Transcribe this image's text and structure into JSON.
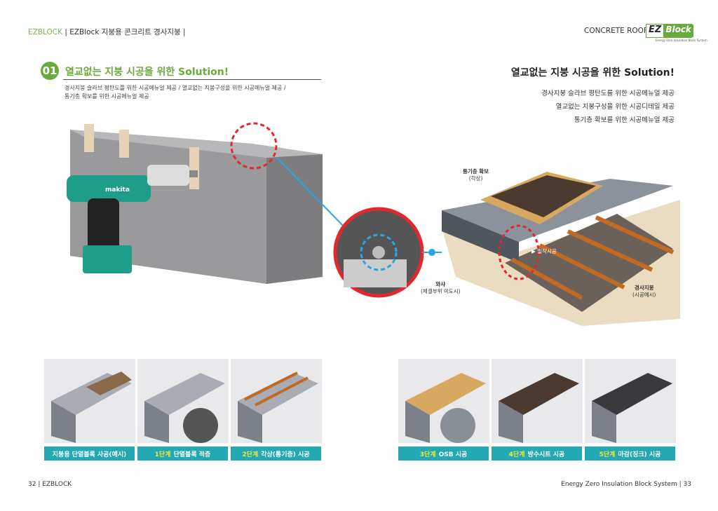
{
  "header": {
    "brand": "EZBLOCK",
    "section": "| EZBlock 지붕용 콘크리트 경사지붕 |",
    "right_label": "CONCRETE ROOF",
    "logo_ez": "EZ",
    "logo_block": "Block",
    "logo_sub": "Energy Zero Insulation Block System"
  },
  "left": {
    "number": "01",
    "title": "열교없는 지붕 시공을 위한 Solution!",
    "desc_line1": "경사지붕 슬라브 평탄도를 위한 시공메뉴얼 제공 / 열교없는 지붕구성을 위한 시공메뉴얼 제공 /",
    "desc_line2": "통기층 확보를 위한 시공메뉴얼 제공",
    "drill_brand": "makita"
  },
  "right": {
    "title": "열교없는 지붕 시공을 위한 Solution!",
    "desc": [
      "경사지붕 슬라브 평탄도를 위한 시공메뉴얼 제공",
      "열교없는 지붕구성을 위한 시공디테일 제공",
      "통기층 확보를 위한 시공메뉴얼 제공"
    ]
  },
  "diagram_labels": {
    "vent_title": "통기층 확보",
    "vent_sub": "(각상)",
    "tight": "▶ 밀착시공",
    "washer_title": "와샤",
    "washer_sub": "(체결부위 미도시)",
    "roof_title": "경사지붕",
    "roof_sub": "(시공예시)"
  },
  "steps": [
    {
      "step": "",
      "label": "지붕용 단열블록 사공(예시)"
    },
    {
      "step": "1단계",
      "label": "단열블록 적층"
    },
    {
      "step": "2단계",
      "label": "각상(통기층) 시공"
    },
    {
      "step": "3단계",
      "label": "OSB 시공"
    },
    {
      "step": "4단계",
      "label": "방수시트 시공"
    },
    {
      "step": "5단계",
      "label": "마감(징크) 시공"
    }
  ],
  "footer": {
    "left": "32 | EZBLOCK",
    "right": "Energy Zero Insulation Block System | 33"
  },
  "colors": {
    "green": "#6aaa3c",
    "teal": "#22a9b4",
    "yellow": "#f5e73a"
  }
}
